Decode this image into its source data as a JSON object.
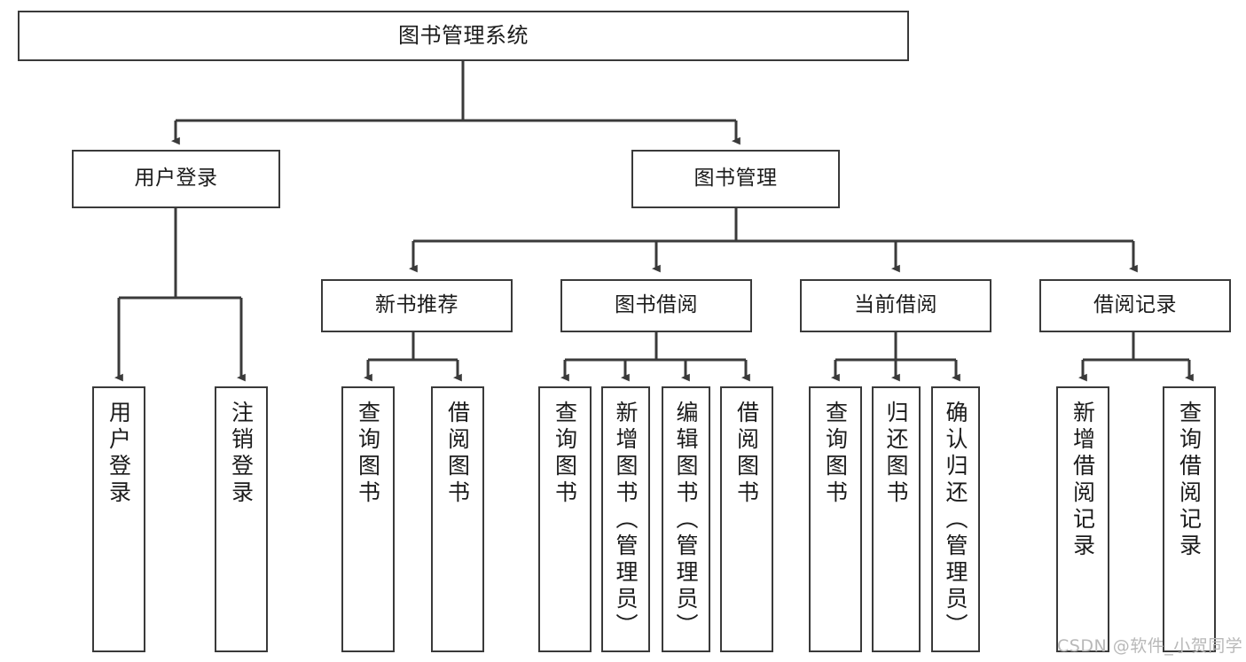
{
  "diagram": {
    "title": "图书管理系统",
    "type": "tree-hierarchy",
    "line_color": "#3a3a3a",
    "background": "#ffffff",
    "root": {
      "id": "root",
      "label": "图书管理系统"
    },
    "level2": [
      {
        "id": "user-login",
        "label": "用户登录"
      },
      {
        "id": "book-manage",
        "label": "图书管理"
      }
    ],
    "level3": [
      {
        "id": "new-book-rec",
        "label": "新书推荐",
        "parent": "book-manage"
      },
      {
        "id": "book-borrow",
        "label": "图书借阅",
        "parent": "book-manage"
      },
      {
        "id": "current-borrow",
        "label": "当前借阅",
        "parent": "book-manage"
      },
      {
        "id": "borrow-record",
        "label": "借阅记录",
        "parent": "book-manage"
      }
    ],
    "leaves": [
      {
        "id": "leaf-user-login",
        "label": "用户登录",
        "parent": "user-login"
      },
      {
        "id": "leaf-logout",
        "label": "注销登录",
        "parent": "user-login"
      },
      {
        "id": "leaf-query-book-1",
        "label": "查询图书",
        "parent": "new-book-rec"
      },
      {
        "id": "leaf-borrow-book-1",
        "label": "借阅图书",
        "parent": "new-book-rec"
      },
      {
        "id": "leaf-query-book-2",
        "label": "查询图书",
        "parent": "book-borrow"
      },
      {
        "id": "leaf-add-book",
        "label": "新增图书（管理员）",
        "parent": "book-borrow"
      },
      {
        "id": "leaf-edit-book",
        "label": "编辑图书（管理员）",
        "parent": "book-borrow"
      },
      {
        "id": "leaf-borrow-book-2",
        "label": "借阅图书",
        "parent": "book-borrow"
      },
      {
        "id": "leaf-query-book-3",
        "label": "查询图书",
        "parent": "current-borrow"
      },
      {
        "id": "leaf-return-book",
        "label": "归还图书",
        "parent": "current-borrow"
      },
      {
        "id": "leaf-confirm-return",
        "label": "确认归还（管理员）",
        "parent": "current-borrow"
      },
      {
        "id": "leaf-add-record",
        "label": "新增借阅记录",
        "parent": "borrow-record"
      },
      {
        "id": "leaf-query-record",
        "label": "查询借阅记录",
        "parent": "borrow-record"
      }
    ],
    "watermark": "CSDN @软件_小贺同学"
  }
}
